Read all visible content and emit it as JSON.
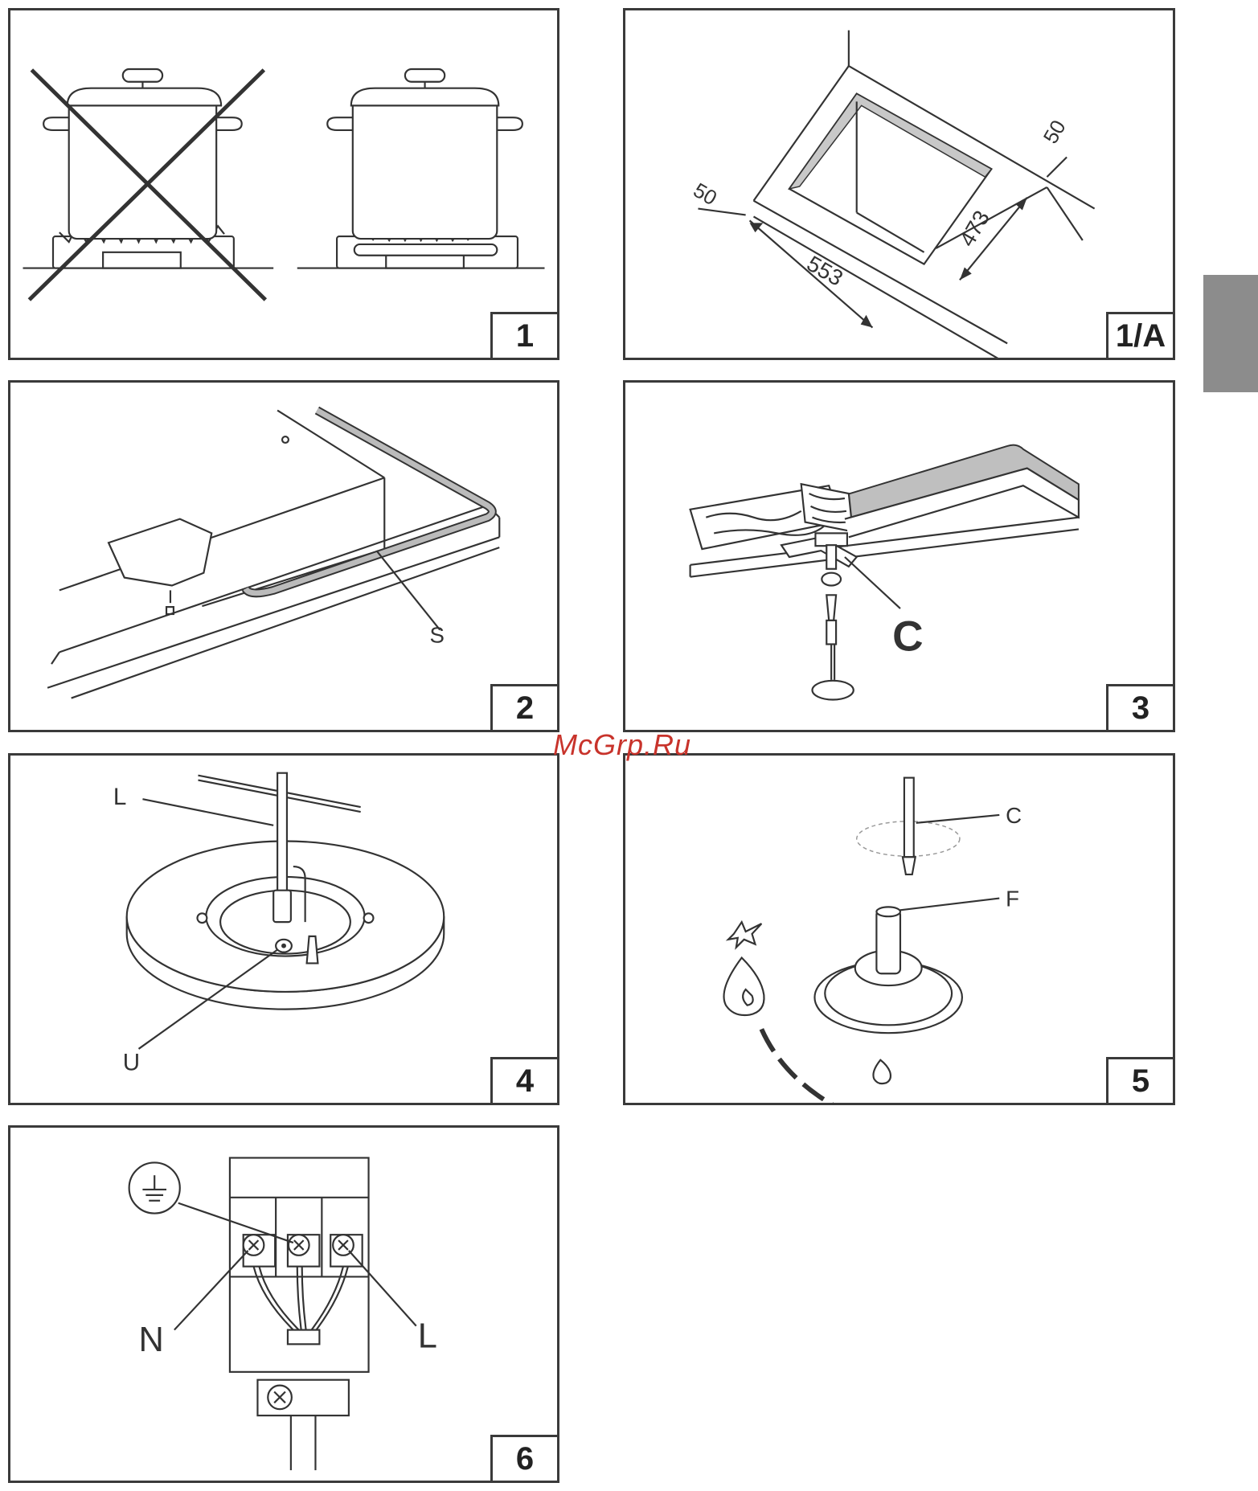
{
  "panels": [
    {
      "id": "1",
      "label": "1"
    },
    {
      "id": "1a",
      "label": "1/A",
      "dims": {
        "left": "50",
        "right": "50",
        "width": "553",
        "depth": "473"
      }
    },
    {
      "id": "2",
      "label": "2",
      "callout": "S"
    },
    {
      "id": "3",
      "label": "3",
      "callout": "C"
    },
    {
      "id": "4",
      "label": "4",
      "callouts": {
        "top": "L",
        "bottom": "U"
      }
    },
    {
      "id": "5",
      "label": "5",
      "callouts": {
        "screwdriver": "C",
        "spindle": "F"
      }
    },
    {
      "id": "6",
      "label": "6",
      "callouts": {
        "neutral": "N",
        "live": "L"
      }
    }
  ],
  "watermark": "McGrp.Ru",
  "colors": {
    "line": "#333333",
    "tab": "#8c8c8c",
    "watermark": "#c8332b"
  }
}
